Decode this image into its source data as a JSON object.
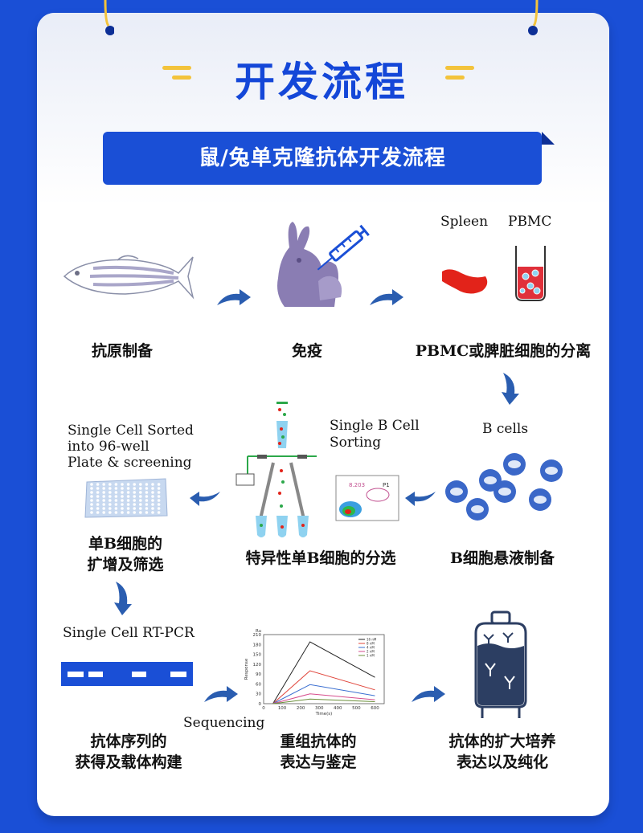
{
  "page": {
    "title": "开发流程",
    "banner": "鼠/兔单克隆抗体开发流程",
    "colors": {
      "background": "#1a4fd6",
      "title": "#1447d8",
      "accent": "#f3c33b",
      "arrow": "#2a5db0",
      "cell": "#3a67c8"
    }
  },
  "row1": {
    "antigen": {
      "label": "抗原制备",
      "icon": "fish-illustration"
    },
    "immunization": {
      "label": "免疫",
      "icon": "rabbit-mouse-syringe"
    },
    "separation": {
      "label": "PBMC或脾脏细胞的分离",
      "spleen_label": "Spleen",
      "pbmc_label": "PBMC"
    }
  },
  "row2": {
    "bcell_prep": {
      "label": "B细胞悬液制备",
      "top_label": "B cells"
    },
    "sorting": {
      "label": "特异性单B细胞的分选",
      "top_label_1": "Single B Cell",
      "top_label_2": "Sorting",
      "gate_label": "P1",
      "gate_value": "8.203"
    },
    "expansion": {
      "label_1": "单B细胞的",
      "label_2": "扩增及筛选",
      "top_line_1": "Single Cell Sorted",
      "top_line_2": "into 96-well",
      "top_line_3": "Plate & screening"
    }
  },
  "row3": {
    "rtpcr": {
      "top_label": "Single Cell RT-PCR",
      "label_1": "抗体序列的",
      "label_2": "获得及载体构建",
      "sequencing_label": "Sequencing"
    },
    "expression": {
      "label_1": "重组抗体的",
      "label_2": "表达与鉴定"
    },
    "production": {
      "label_1": "抗体的扩大培养",
      "label_2": "表达以及纯化"
    }
  },
  "chart_data": {
    "type": "line",
    "title": "",
    "xlabel": "Time(s)",
    "ylabel": "Response",
    "ylim": [
      0,
      210
    ],
    "xlim": [
      0,
      650
    ],
    "y_unit_label": "Ru",
    "yticks": [
      0,
      30,
      60,
      90,
      120,
      150,
      180,
      210
    ],
    "xticks": [
      0,
      100,
      200,
      300,
      400,
      500,
      600
    ],
    "legend_position": "top-right",
    "series": [
      {
        "name": "16 nM",
        "color": "#222222",
        "x": [
          50,
          250,
          600
        ],
        "y": [
          0,
          188,
          80
        ]
      },
      {
        "name": "8 nM",
        "color": "#e0443a",
        "x": [
          50,
          250,
          600
        ],
        "y": [
          0,
          100,
          42
        ]
      },
      {
        "name": "4 nM",
        "color": "#3b6fd1",
        "x": [
          50,
          250,
          600
        ],
        "y": [
          0,
          58,
          24
        ]
      },
      {
        "name": "2 nM",
        "color": "#d64c8c",
        "x": [
          50,
          250,
          600
        ],
        "y": [
          0,
          30,
          12
        ]
      },
      {
        "name": "1 nM",
        "color": "#6b8f3a",
        "x": [
          50,
          250,
          600
        ],
        "y": [
          0,
          14,
          6
        ]
      }
    ]
  }
}
